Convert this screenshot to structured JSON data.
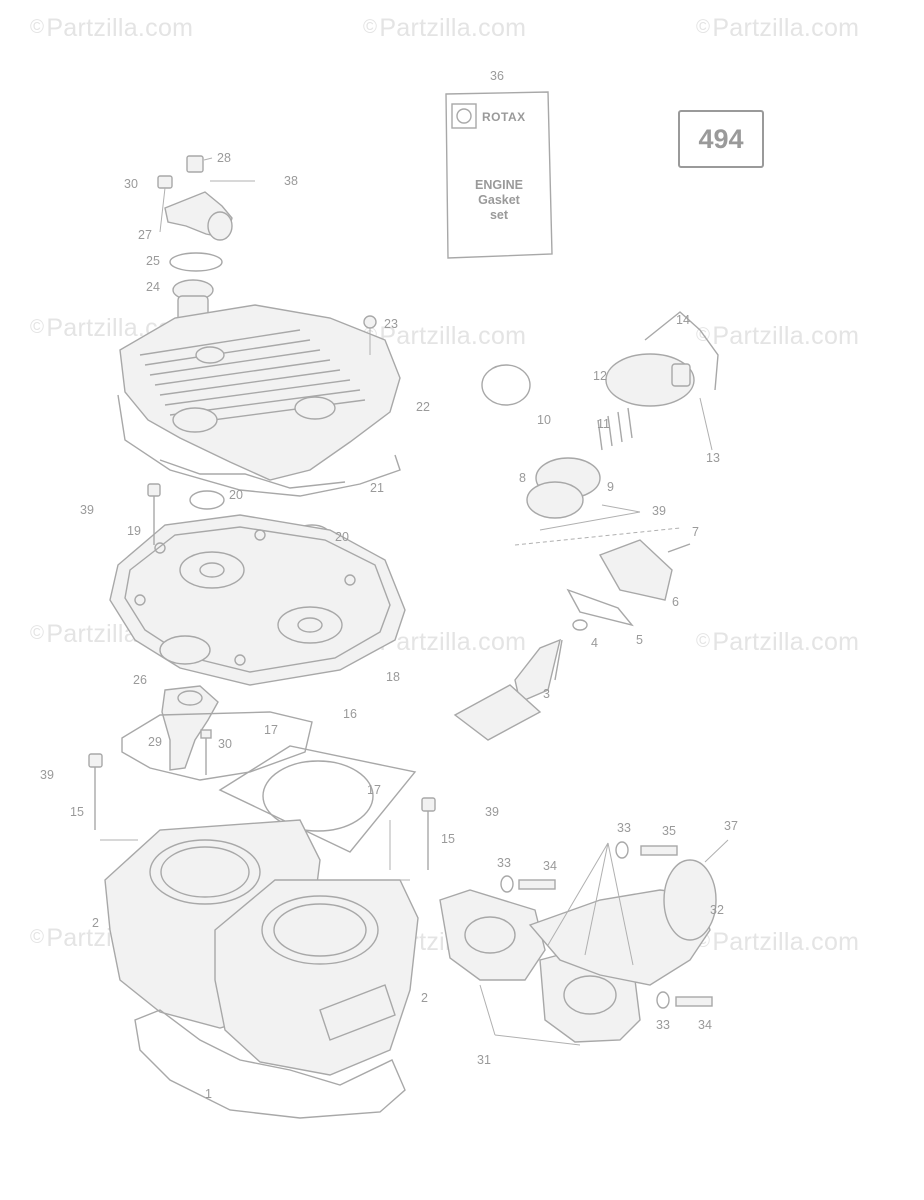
{
  "watermark": "Partzilla.com",
  "copyright_symbol": "©",
  "reference_box": "494",
  "gasket_kit": {
    "brand": "ROTAX",
    "line1": "ENGINE",
    "line2": "Gasket",
    "line3": "set"
  },
  "callouts": [
    "1",
    "2",
    "3",
    "4",
    "5",
    "6",
    "7",
    "8",
    "9",
    "10",
    "11",
    "12",
    "13",
    "14",
    "15",
    "16",
    "17",
    "18",
    "19",
    "20",
    "21",
    "22",
    "23",
    "24",
    "25",
    "26",
    "27",
    "28",
    "29",
    "30",
    "31",
    "32",
    "33",
    "34",
    "35",
    "36",
    "37",
    "38",
    "39"
  ]
}
